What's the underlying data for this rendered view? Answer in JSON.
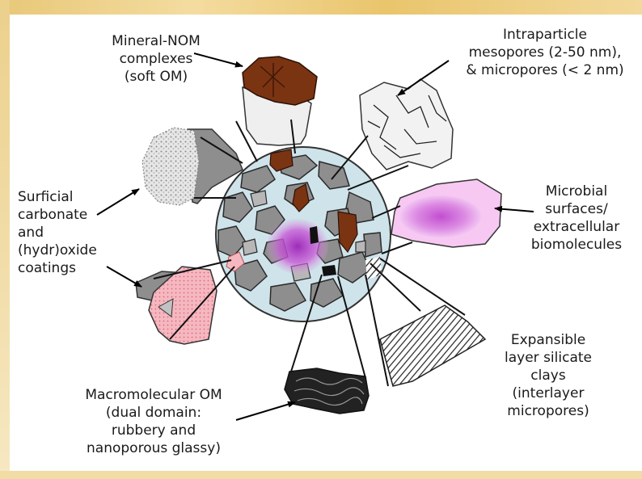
{
  "labels": {
    "mineral_nom": [
      "Mineral-NOM",
      "complexes",
      "(soft OM)"
    ],
    "intraparticle": [
      "Intraparticle",
      "mesopores (2-50 nm),",
      "& micropores (< 2 nm)"
    ],
    "surficial": [
      "Surficial",
      "carbonate",
      "and",
      "(hydr)oxide",
      "coatings"
    ],
    "microbial": [
      "Microbial",
      "surfaces/",
      "extracellular",
      "biomolecules"
    ],
    "expansible": [
      "Expansible",
      "layer silicate",
      "clays",
      "(interlayer",
      "micropores)"
    ],
    "macromolecular": [
      "Macromolecular OM",
      "(dual domain:",
      "rubbery and",
      "nanoporous glassy)"
    ]
  },
  "colors": {
    "background_frame": "#f3e3b4",
    "panel": "#ffffff",
    "som_brown": "#7a3412",
    "clay_gray": "#8c8c8c",
    "coating_pink": "#f6b8c0",
    "microbial_magenta": "#c64fd6",
    "pore_white": "#f4f4f4",
    "shell_blue": "#cfe3ea"
  }
}
